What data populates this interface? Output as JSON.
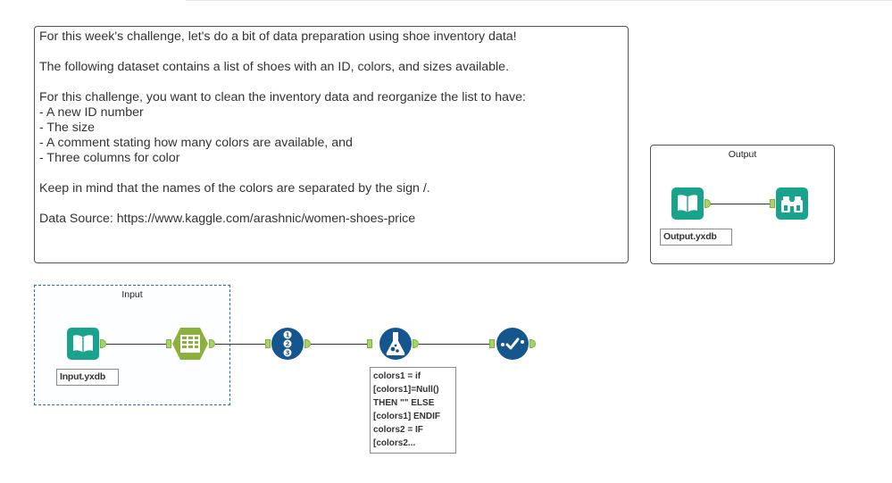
{
  "comment": {
    "line1": "For this week's challenge, let's do a bit of data preparation using shoe inventory data!",
    "line2": "The following dataset contains a list of shoes with an ID, colors, and sizes available.",
    "line3": "For this challenge, you want to clean the inventory data and reorganize the list to have:",
    "list": [
      "- A new ID number",
      "- The size",
      "- A comment stating how many colors are available, and",
      "- Three columns for color"
    ],
    "line4": "Keep in mind that the names of the colors are separated by the sign /.",
    "line5": "Data Source: https://www.kaggle.com/arashnic/women-shoes-price"
  },
  "containers": {
    "output_title": "Output",
    "input_title": "Input"
  },
  "tools": {
    "output_input_label": "Output.yxdb",
    "input_label": "Input.yxdb",
    "formula_annotation": "colors1 = if\n[colors1]=Null()\nTHEN \"\" ELSE\n[colors1] ENDIF\ncolors2 = IF\n[colors2..."
  },
  "colors": {
    "input_tool": "#1aa38c",
    "text_to_columns": "#8cb03c",
    "preparation_tool": "#16568e"
  }
}
